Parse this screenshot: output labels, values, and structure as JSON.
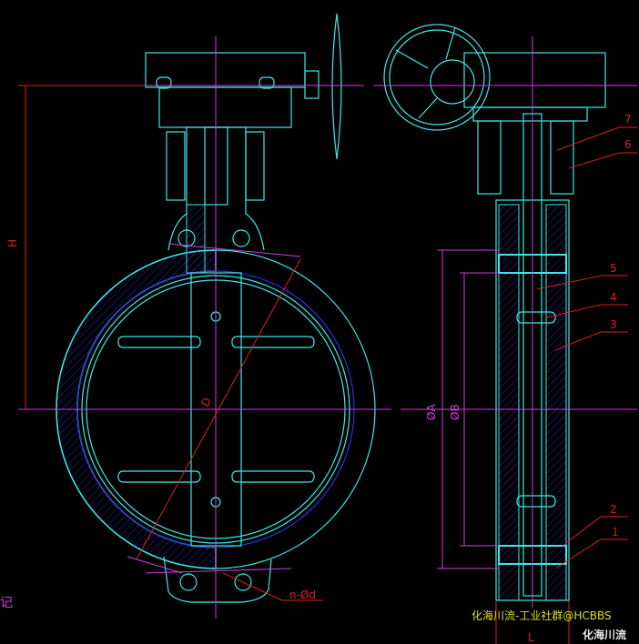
{
  "drawing": {
    "dimensions": {
      "height": "H",
      "diameter": "D",
      "diameter_a": "ØA",
      "diameter_b": "ØB",
      "bolt_holes": "n-Ød",
      "length": "L"
    },
    "part_numbers": [
      "1",
      "2",
      "3",
      "4",
      "5",
      "6",
      "7"
    ],
    "side_text": "记"
  },
  "watermark": {
    "text": "化海川流-工业社群@HCBBS",
    "logo_text": "化海川流"
  },
  "colors": {
    "outline": "#3ee8e8",
    "centerline": "#d040d8",
    "dimension": "#e02020",
    "hatch": "#3030e0",
    "background": "#000000"
  }
}
